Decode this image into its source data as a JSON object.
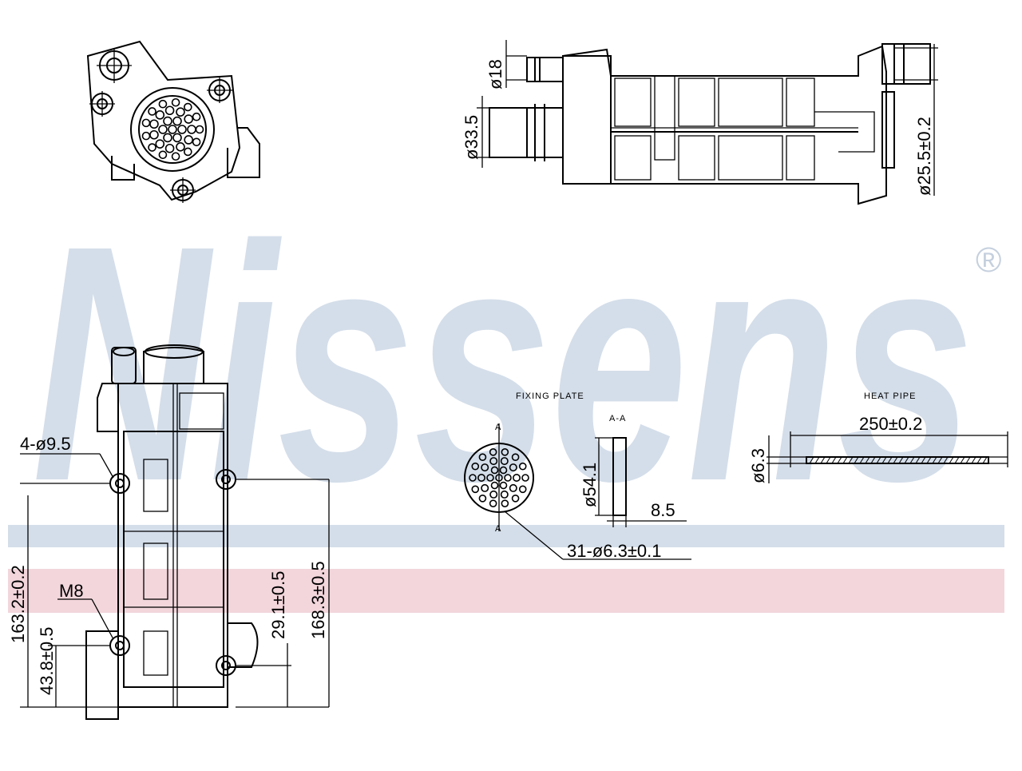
{
  "brand": {
    "name": "Nissens",
    "registered_mark": "®",
    "watermark_color": "#d4deea",
    "stripe_blue": "#d4deea",
    "stripe_pink": "#f2d6dc"
  },
  "top_right_view": {
    "dims": {
      "d18": "ø18",
      "d33_5": "ø33.5",
      "d25_5": "ø25.5±0.2"
    }
  },
  "bottom_left_view": {
    "dims": {
      "holes": "4-ø9.5",
      "thread": "M8",
      "d163_2": "163.2±0.2",
      "d43_8": "43.8±0.5",
      "d29_1": "29.1±0.5",
      "d168_3": "168.3±0.5"
    }
  },
  "fixing_plate": {
    "title": "FIXING PLATE",
    "section": "A-A",
    "section_mark": "A",
    "d54_1": "ø54.1",
    "d8_5": "8.5",
    "holes": "31-ø6.3±0.1"
  },
  "heat_pipe": {
    "title": "HEAT PIPE",
    "length": "250±0.2",
    "diameter": "ø6.3"
  }
}
